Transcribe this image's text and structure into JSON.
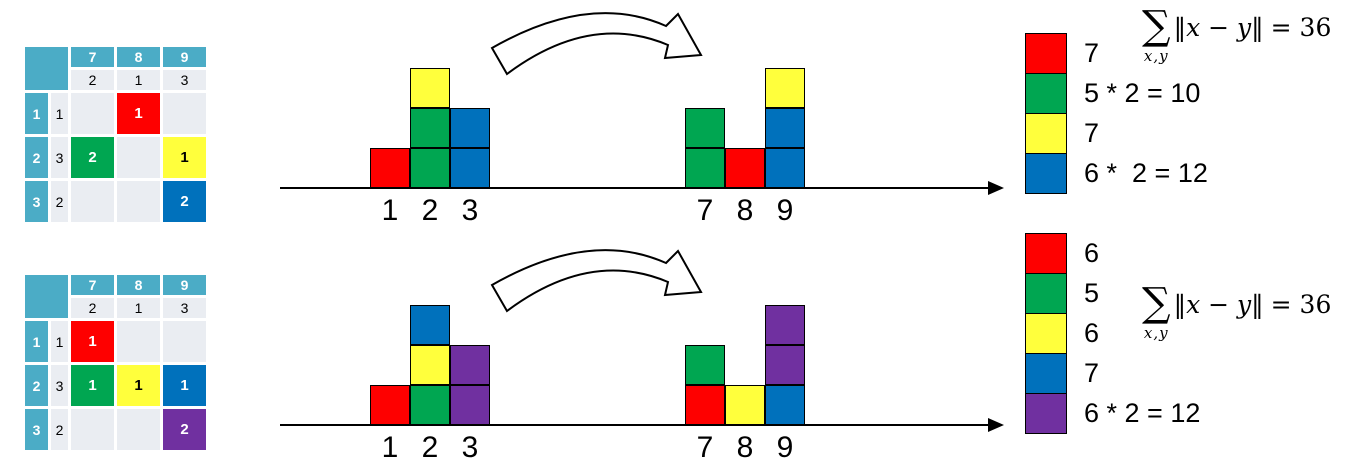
{
  "colors": {
    "red": "#FE0000",
    "green": "#00A651",
    "yellow": "#FFFF3C",
    "blue": "#0071BC",
    "purple": "#7030A0",
    "teal": "#4BACC6",
    "table_cell": "#EAEDF2",
    "axis": "#000000"
  },
  "tables": [
    {
      "title": "transport-plan-top",
      "col_headers": [
        "7",
        "8",
        "9"
      ],
      "col_weights": [
        "2",
        "1",
        "3"
      ],
      "rows": [
        {
          "label": "1",
          "weight": "1",
          "cells": [
            {
              "value": "",
              "color": ""
            },
            {
              "value": "1",
              "color": "red"
            },
            {
              "value": "",
              "color": ""
            }
          ]
        },
        {
          "label": "2",
          "weight": "3",
          "cells": [
            {
              "value": "2",
              "color": "green"
            },
            {
              "value": "",
              "color": ""
            },
            {
              "value": "1",
              "color": "yellow"
            }
          ]
        },
        {
          "label": "3",
          "weight": "2",
          "cells": [
            {
              "value": "",
              "color": ""
            },
            {
              "value": "",
              "color": ""
            },
            {
              "value": "2",
              "color": "blue"
            }
          ]
        }
      ]
    },
    {
      "title": "transport-plan-bottom",
      "col_headers": [
        "7",
        "8",
        "9"
      ],
      "col_weights": [
        "2",
        "1",
        "3"
      ],
      "rows": [
        {
          "label": "1",
          "weight": "1",
          "cells": [
            {
              "value": "1",
              "color": "red"
            },
            {
              "value": "",
              "color": ""
            },
            {
              "value": "",
              "color": ""
            }
          ]
        },
        {
          "label": "2",
          "weight": "3",
          "cells": [
            {
              "value": "1",
              "color": "green"
            },
            {
              "value": "1",
              "color": "yellow"
            },
            {
              "value": "1",
              "color": "blue"
            }
          ]
        },
        {
          "label": "3",
          "weight": "2",
          "cells": [
            {
              "value": "",
              "color": ""
            },
            {
              "value": "",
              "color": ""
            },
            {
              "value": "2",
              "color": "purple"
            }
          ]
        }
      ]
    }
  ],
  "diagrams": [
    {
      "source": {
        "labels": [
          "1",
          "2",
          "3"
        ],
        "stacks": [
          [
            "red"
          ],
          [
            "green",
            "green",
            "yellow"
          ],
          [
            "blue",
            "blue"
          ]
        ]
      },
      "target": {
        "labels": [
          "7",
          "8",
          "9"
        ],
        "stacks": [
          [
            "green",
            "green"
          ],
          [
            "red"
          ],
          [
            "blue",
            "blue",
            "yellow"
          ]
        ]
      },
      "legend": [
        {
          "color": "red",
          "label": "7"
        },
        {
          "color": "green",
          "label": "5 * 2 = 10"
        },
        {
          "color": "yellow",
          "label": "7"
        },
        {
          "color": "blue",
          "label": "6 *  2 = 12"
        }
      ],
      "formula": {
        "sum": "∑",
        "sub": "x,y",
        "lhs": "‖x − y‖",
        "rhs": "= 36"
      }
    },
    {
      "source": {
        "labels": [
          "1",
          "2",
          "3"
        ],
        "stacks": [
          [
            "red"
          ],
          [
            "green",
            "yellow",
            "blue"
          ],
          [
            "purple",
            "purple"
          ]
        ]
      },
      "target": {
        "labels": [
          "7",
          "8",
          "9"
        ],
        "stacks": [
          [
            "red",
            "green"
          ],
          [
            "yellow"
          ],
          [
            "blue",
            "purple",
            "purple"
          ]
        ]
      },
      "legend": [
        {
          "color": "red",
          "label": "6"
        },
        {
          "color": "green",
          "label": "5"
        },
        {
          "color": "yellow",
          "label": "6"
        },
        {
          "color": "blue",
          "label": "7"
        },
        {
          "color": "purple",
          "label": "6 * 2 = 12"
        }
      ],
      "formula": {
        "sum": "∑",
        "sub": "x,y",
        "lhs": "‖x − y‖",
        "rhs": "= 36"
      }
    }
  ]
}
